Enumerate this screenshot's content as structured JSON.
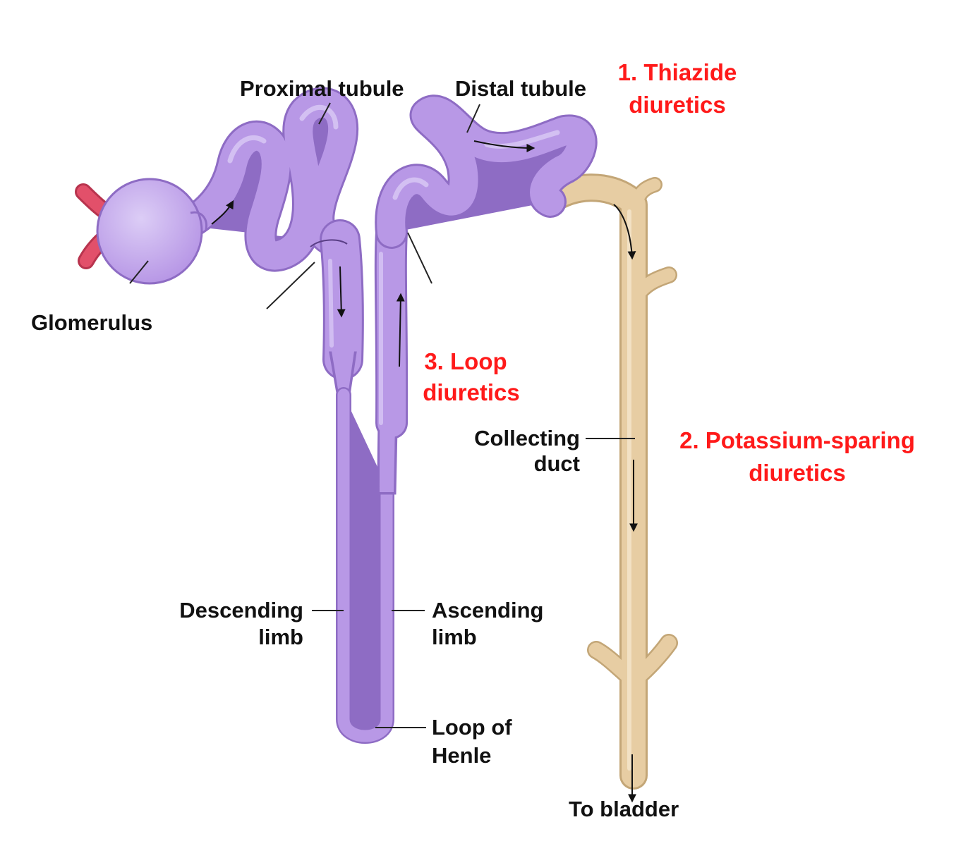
{
  "colors": {
    "tubule": "#b898e6",
    "tubule_dark": "#8e6cc4",
    "tubule_light": "#dccdf6",
    "duct": "#e7cda3",
    "duct_dark": "#c3a677",
    "duct_light": "#f7ead2",
    "vessel": "#e2506a",
    "vessel_dark": "#b8344e",
    "leader": "#222222",
    "drug_label": "#ff1a1a"
  },
  "labels": {
    "glomerulus": "Glomerulus",
    "proximal_tubule": "Proximal tubule",
    "distal_tubule": "Distal tubule",
    "collecting_duct": [
      "Collecting",
      "duct"
    ],
    "descending_limb": [
      "Descending",
      "limb"
    ],
    "ascending_limb": [
      "Ascending",
      "limb"
    ],
    "loop_of_henle": [
      "Loop of",
      "Henle"
    ],
    "to_bladder": "To bladder"
  },
  "drugs": {
    "thiazide": [
      "1. Thiazide",
      "diuretics"
    ],
    "potassium_sparing": [
      "2. Potassium-sparing",
      "diuretics"
    ],
    "loop": [
      "3. Loop",
      "diuretics"
    ]
  }
}
